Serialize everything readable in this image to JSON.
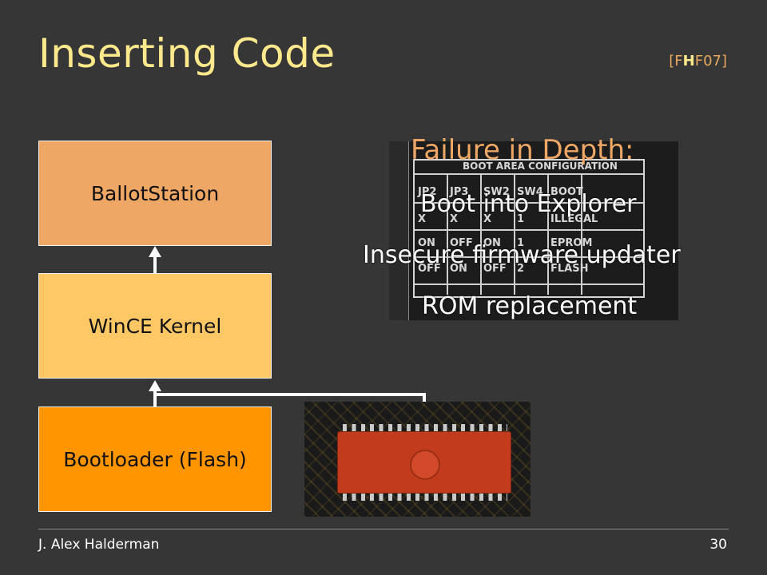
{
  "slide": {
    "title": "Inserting Code",
    "citation": {
      "open": "[F",
      "bold": "H",
      "close": "F07]"
    },
    "stack": {
      "top": "BallotStation",
      "middle": "WinCE Kernel",
      "bottom": "Bootloader (Flash)"
    },
    "failure": {
      "heading": "Failure in Depth:",
      "items": [
        "Boot into Explorer",
        "Insecure firmware updater",
        "ROM replacement"
      ]
    },
    "boot_config_photo": {
      "header": "BOOT AREA CONFIGURATION",
      "columns": [
        "JP2",
        "JP3",
        "SW2",
        "SW4",
        "BOOT"
      ],
      "rows": [
        [
          "X",
          "X",
          "X",
          "1",
          "ILLEGAL"
        ],
        [
          "ON",
          "OFF",
          "ON",
          "1",
          "EPROM"
        ],
        [
          "OFF",
          "ON",
          "OFF",
          "2",
          "FLASH"
        ]
      ]
    },
    "footer": {
      "author": "J. Alex Halderman",
      "page": "30"
    },
    "colors": {
      "background": "#363636",
      "title": "#ffe98c",
      "box_top": "#eea765",
      "box_middle": "#ffc865",
      "box_bottom": "#ff9500",
      "heading": "#eea765"
    }
  }
}
